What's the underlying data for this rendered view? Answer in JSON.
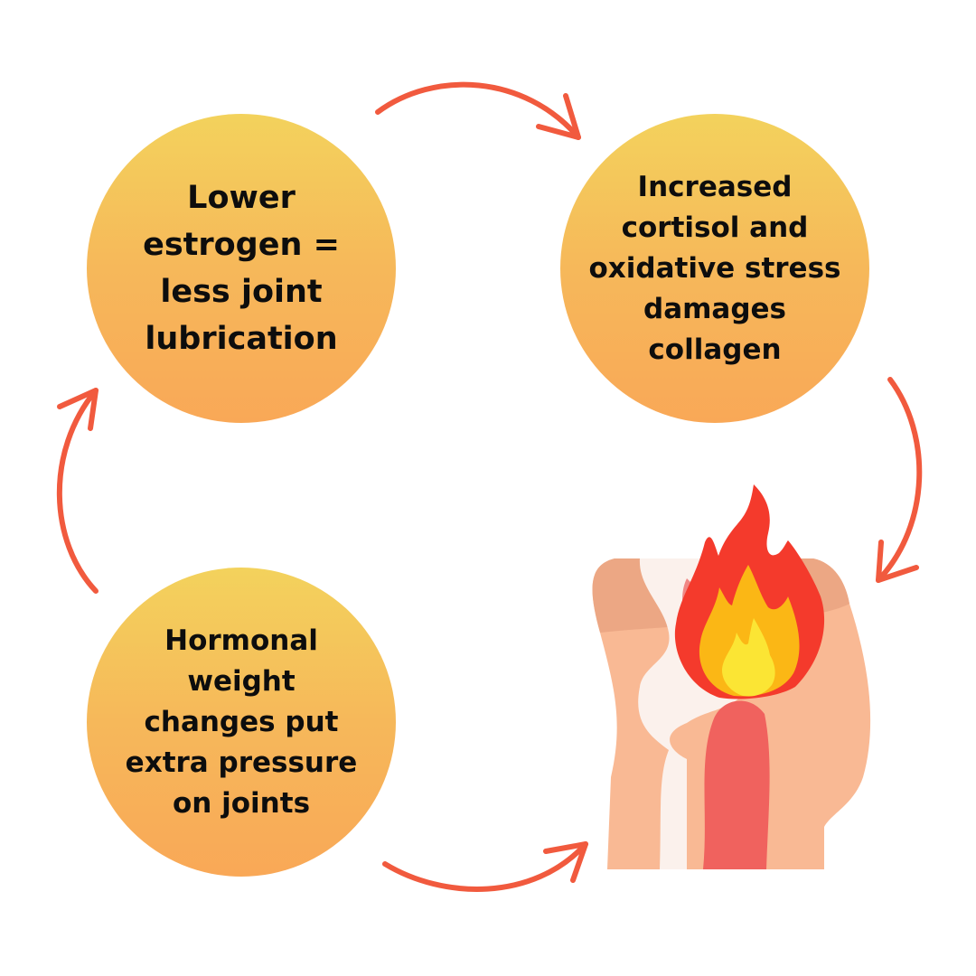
{
  "cycle": {
    "step1": "Lower\nestrogen =\nless joint\nlubrication",
    "step2": "Increased\ncortisol and\noxidative stress\ndamages\ncollagen",
    "step3": "Hormonal\nweight\nchanges put\nextra pressure\non joints"
  },
  "colors": {
    "arrow": "#f15a3e",
    "circle_top": "#f3d25c",
    "circle_bottom": "#f9a857",
    "flame_outer": "#f43a2c",
    "flame_mid": "#fbb715",
    "flame_inner": "#fbe534",
    "bone": "#fbf1ec",
    "muscle": "#f0625e",
    "skin": "#f9b994"
  },
  "icons": [
    "inflamed-knee-joint-icon",
    "flame-icon"
  ]
}
